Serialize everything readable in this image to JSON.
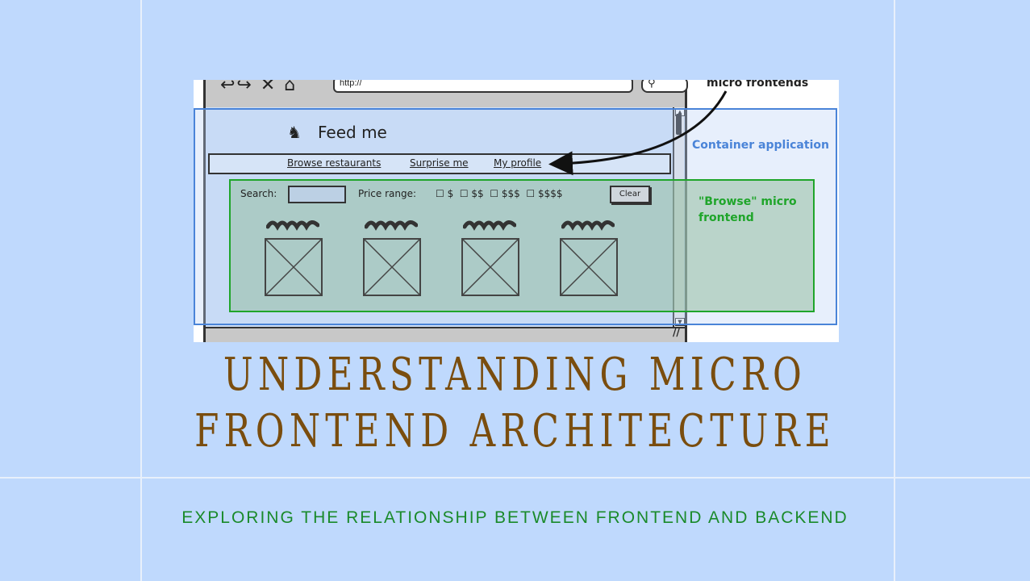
{
  "wireframe": {
    "url": "http://",
    "top_annotation": "micro frontends",
    "app_title": "Feed me",
    "nav_links": [
      "Browse restaurants",
      "Surprise me",
      "My profile"
    ],
    "container_label": "Container application",
    "browse_label": "\"Browse\" micro frontend",
    "search_label": "Search:",
    "price_label": "Price range:",
    "price_options": "☐ $  ☐ $$  ☐ $$$  ☐ $$$$",
    "clear_label": "Clear"
  },
  "title": "UNDERSTANDING MICRO FRONTEND ARCHITECTURE",
  "subtitle": "EXPLORING THE RELATIONSHIP BETWEEN FRONTEND AND BACKEND",
  "colors": {
    "background": "#bfd9fd",
    "title": "#7a4d0e",
    "subtitle": "#1a8a2a",
    "container": "#4a84d8",
    "browse": "#1fa52a"
  }
}
